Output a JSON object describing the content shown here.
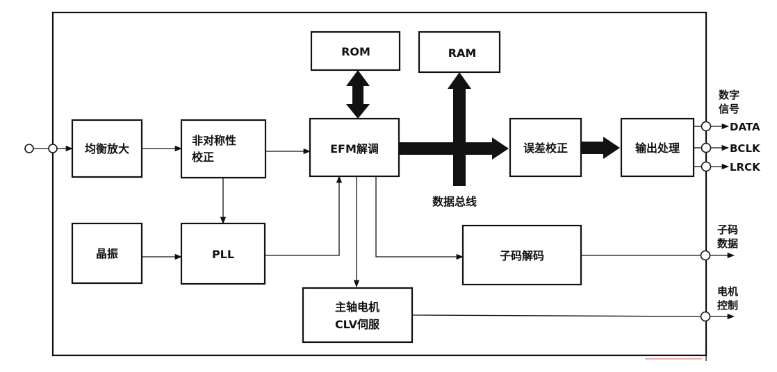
{
  "blocks": {
    "equalizer": "均衡放大",
    "asymmetry_line1": "非对称性",
    "asymmetry_line2": "校正",
    "crystal": "晶振",
    "pll": "PLL",
    "rom": "ROM",
    "ram": "RAM",
    "efm": "EFM解调",
    "error_correction": "误差校正",
    "output_processing": "输出处理",
    "subcode_decoder": "子码解码",
    "spindle_line1": "主轴电机",
    "spindle_line2": "CLV伺服"
  },
  "labels": {
    "data_bus": "数据总线",
    "digital_signal_line1": "数字",
    "digital_signal_line2": "信号",
    "subcode_data_line1": "子码",
    "subcode_data_line2": "数据",
    "motor_control_line1": "电机",
    "motor_control_line2": "控制"
  },
  "outputs": {
    "data": "DATA",
    "bclk": "BCLK",
    "lrck": "LRCK"
  }
}
